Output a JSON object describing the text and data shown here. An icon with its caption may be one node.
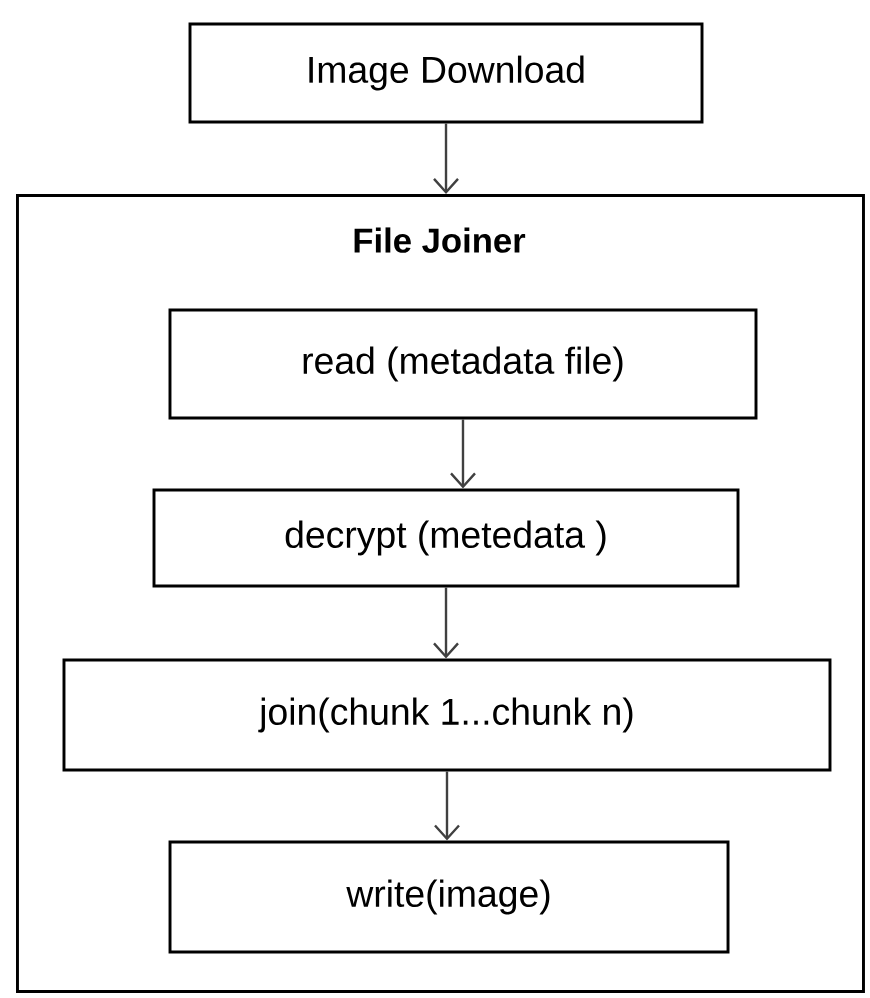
{
  "diagram": {
    "nodes": [
      {
        "text": [
          "Image Download"
        ]
      },
      {
        "text": [
          "File Joiner"
        ]
      },
      {
        "text": [
          "read (metadata file)"
        ],
        "in": 1
      },
      {
        "text": [
          "decrypt (metedata )"
        ],
        "in": 1
      },
      {
        "text": [
          "join(chunk 1...chunk n)"
        ],
        "in": 1
      },
      {
        "text": [
          "write(image)"
        ],
        "in": 1
      }
    ],
    "edges": [
      {
        "from": 0,
        "to": 1,
        "arrow": "to"
      },
      {
        "from": 2,
        "to": 3,
        "arrow": "to"
      },
      {
        "from": 3,
        "to": 4,
        "arrow": "to"
      },
      {
        "from": 4,
        "to": 5,
        "arrow": "to"
      }
    ]
  }
}
